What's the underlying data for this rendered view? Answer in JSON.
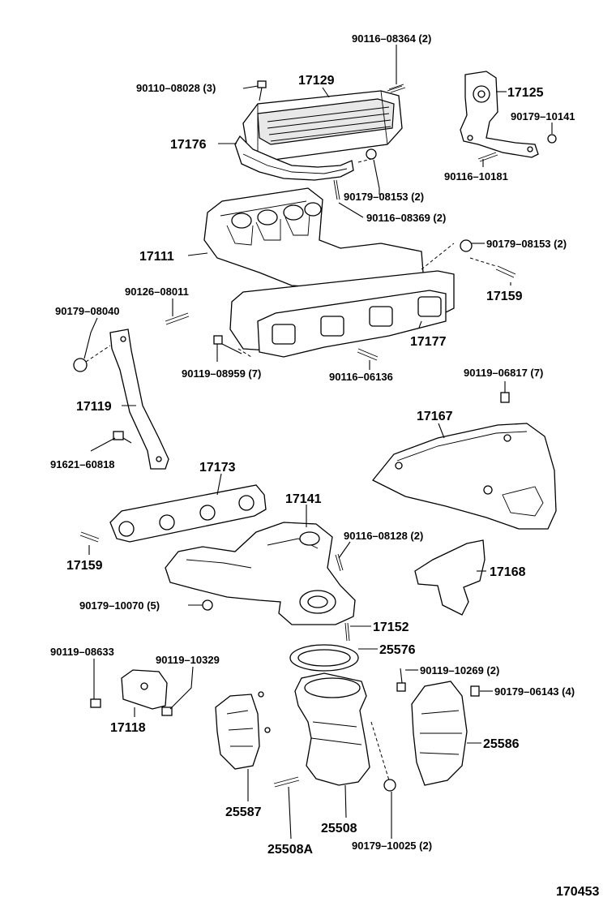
{
  "diagram_id": "170453",
  "labels": {
    "p90116_08364": "90116–08364 (2)",
    "p90110_08028": "90110–08028 (3)",
    "p17129": "17129",
    "p17125": "17125",
    "p90179_10141": "90179–10141",
    "p17176": "17176",
    "p90116_10181": "90116–10181",
    "p90179_08153a": "90179–08153 (2)",
    "p90116_08369": "90116–08369 (2)",
    "p17111": "17111",
    "p90179_08153b": "90179–08153 (2)",
    "p90126_08011": "90126–08011",
    "p17159a": "17159",
    "p90179_08040": "90179–08040",
    "p17177": "17177",
    "p90119_08959": "90119–08959 (7)",
    "p90116_06136": "90116–06136",
    "p90119_06817": "90119–06817 (7)",
    "p17119": "17119",
    "p17167": "17167",
    "p91621_60818": "91621–60818",
    "p17173": "17173",
    "p17141": "17141",
    "p90116_08128": "90116–08128 (2)",
    "p17159b": "17159",
    "p17168": "17168",
    "p90179_10070": "90179–10070 (5)",
    "p17152": "17152",
    "p25576": "25576",
    "p90119_08633": "90119–08633",
    "p90119_10329": "90119–10329",
    "p90119_10269": "90119–10269 (2)",
    "p90179_06143": "90179–06143 (4)",
    "p17118": "17118",
    "p25586": "25586",
    "p25587": "25587",
    "p25508": "25508",
    "p25508A": "25508A",
    "p90179_10025": "90179–10025 (2)"
  }
}
